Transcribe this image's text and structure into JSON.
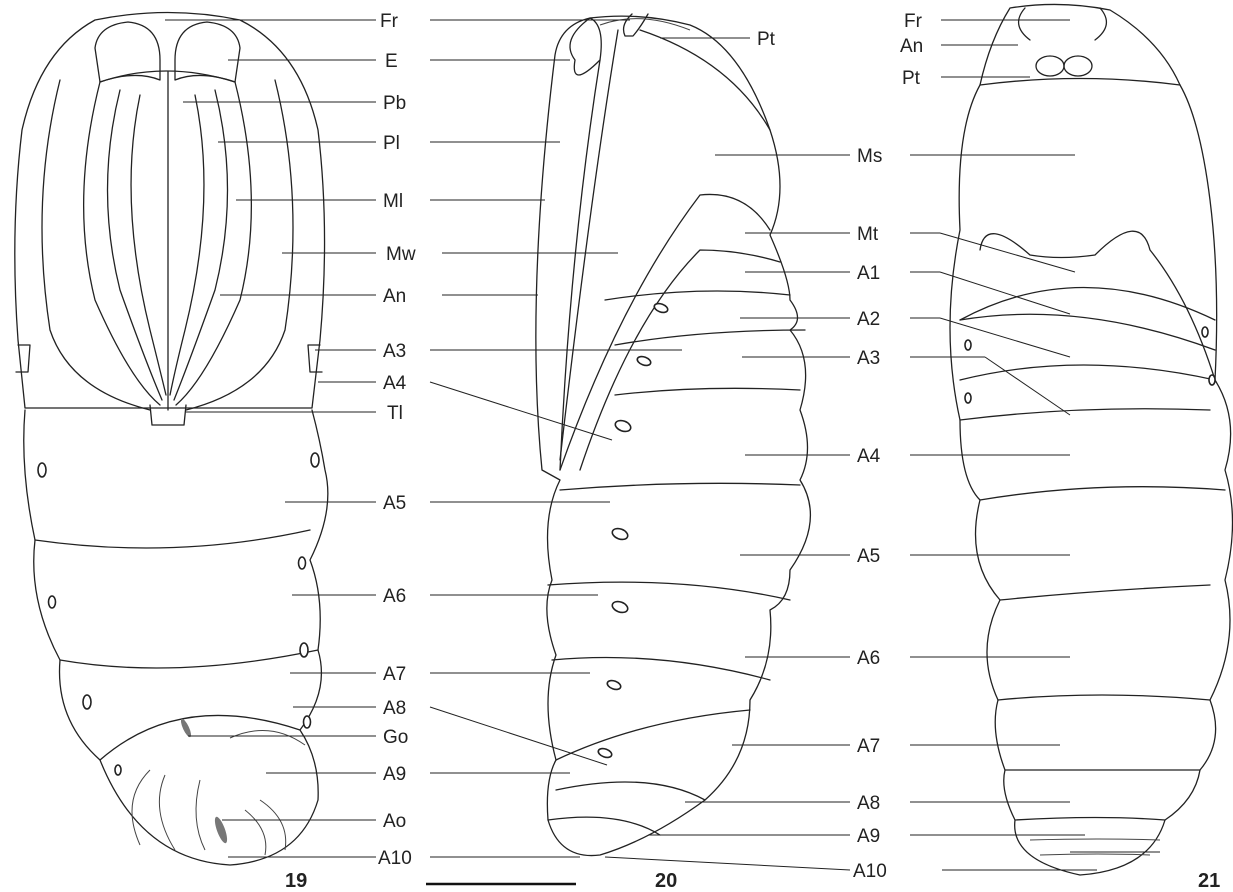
{
  "figures": [
    {
      "number": "19",
      "labels": [
        "Fr",
        "E",
        "Pb",
        "Pl",
        "Ml",
        "Mw",
        "An",
        "A3",
        "A4",
        "Tl",
        "A5",
        "A6",
        "A7",
        "A8",
        "Go",
        "A9",
        "Ao",
        "A10"
      ]
    },
    {
      "number": "20",
      "labels": [
        "Fr",
        "Pt",
        "E",
        "Pl",
        "Ms",
        "Ml",
        "Mt",
        "Mw",
        "A1",
        "An",
        "A2",
        "A3",
        "A3",
        "A4",
        "A4",
        "A5",
        "A5",
        "A6",
        "A6",
        "A7",
        "A7",
        "A8",
        "A8",
        "A9",
        "A9",
        "A10",
        "A10"
      ]
    },
    {
      "number": "21",
      "labels": [
        "Fr",
        "An",
        "Pt",
        "Ms",
        "Mt",
        "A1",
        "A2",
        "A3",
        "A4",
        "A5",
        "A6",
        "A7",
        "A8",
        "A9",
        "A10"
      ]
    }
  ],
  "colors": {
    "line": "#222222",
    "background": "#ffffff"
  },
  "scale_bar": true
}
